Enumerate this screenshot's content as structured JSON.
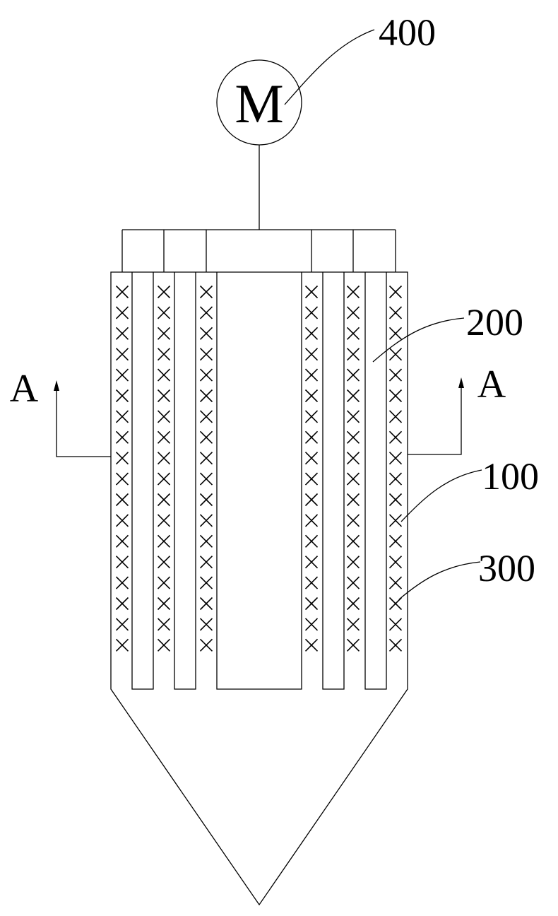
{
  "figure": {
    "motor_symbol": "M",
    "ref_motor": "400",
    "ref_cavity": "200",
    "ref_shell": "100",
    "ref_coil": "300",
    "section_left": "A",
    "section_right": "A"
  },
  "colors": {
    "line": "#000000",
    "background": "#ffffff"
  },
  "coil_rows_per_column": 18
}
